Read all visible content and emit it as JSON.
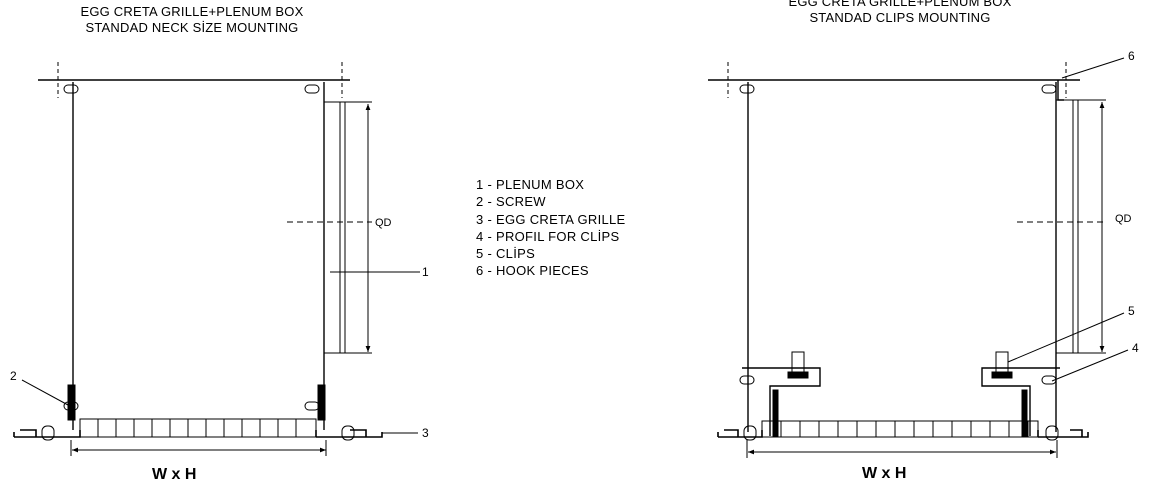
{
  "left_view": {
    "title_line1": "EGG CRETA GRILLE+PLENUM BOX",
    "title_line2": "STANDAD NECK SİZE MOUNTING",
    "dimension_label": "W x H",
    "qd_label": "QD",
    "callouts": [
      "1",
      "2",
      "3"
    ]
  },
  "right_view": {
    "title_line1": "EGG CRETA GRILLE+PLENUM BOX",
    "title_line2": "STANDAD CLIPS MOUNTING",
    "dimension_label": "W x H",
    "qd_label": "QD",
    "callouts": [
      "6",
      "5",
      "4"
    ]
  },
  "legend": [
    "1 - PLENUM BOX",
    "2 - SCREW",
    "3 - EGG CRETA GRILLE",
    "4 - PROFIL FOR CLİPS",
    "5 - CLİPS",
    "6 - HOOK PIECES"
  ]
}
